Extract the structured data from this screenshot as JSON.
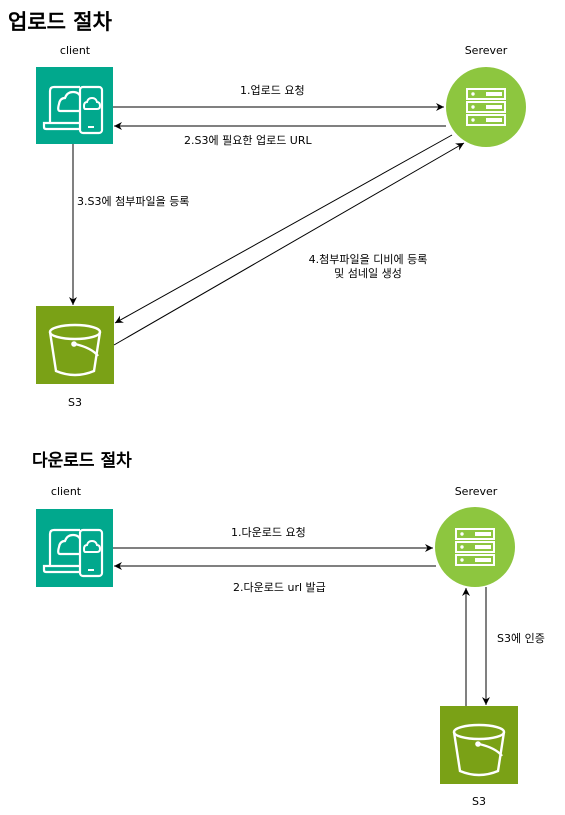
{
  "upload": {
    "title": "업로드 절차",
    "client_label": "client",
    "server_label": "Serever",
    "s3_label": "S3",
    "step1": "1.업로드 요청",
    "step2": "2.S3에 필요한 업로드 URL",
    "step3": "3.S3에 첨부파일을 등록",
    "step4_line1": "4.첨부파일을 디비에 등록",
    "step4_line2": "및 섬네일 생성"
  },
  "download": {
    "title": "다운로드 절차",
    "client_label": "client",
    "server_label": "Serever",
    "s3_label": "S3",
    "step1": "1.다운로드 요청",
    "step2": "2.다운로드 url 발급",
    "step3": "S3에 인증"
  },
  "colors": {
    "client_tile": "#01A88D",
    "s3_tile": "#7AA116",
    "server_circle": "#8DC63F",
    "arrow": "#000000"
  },
  "icons": {
    "client": "client-devices-cloud-icon",
    "server": "server-rack-icon",
    "s3": "s3-bucket-icon"
  }
}
